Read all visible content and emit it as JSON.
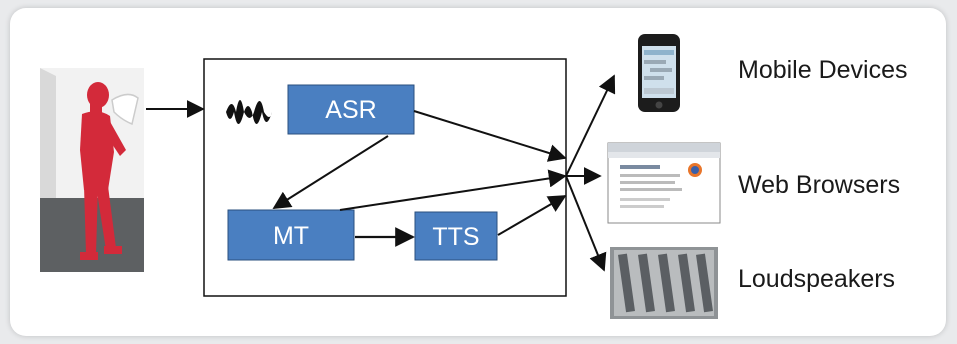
{
  "diagram": {
    "modules": {
      "asr": "ASR",
      "mt": "MT",
      "tts": "TTS"
    },
    "outputs": [
      {
        "label": "Mobile Devices",
        "icon": "mobile-phone-icon"
      },
      {
        "label": "Web Browsers",
        "icon": "web-browser-icon"
      },
      {
        "label": "Loudspeakers",
        "icon": "loudspeaker-icon"
      }
    ],
    "colors": {
      "module_fill": "#4a7fc1",
      "person": "#d32a3a",
      "floor": "#5d6062",
      "arrow": "#111111"
    }
  }
}
